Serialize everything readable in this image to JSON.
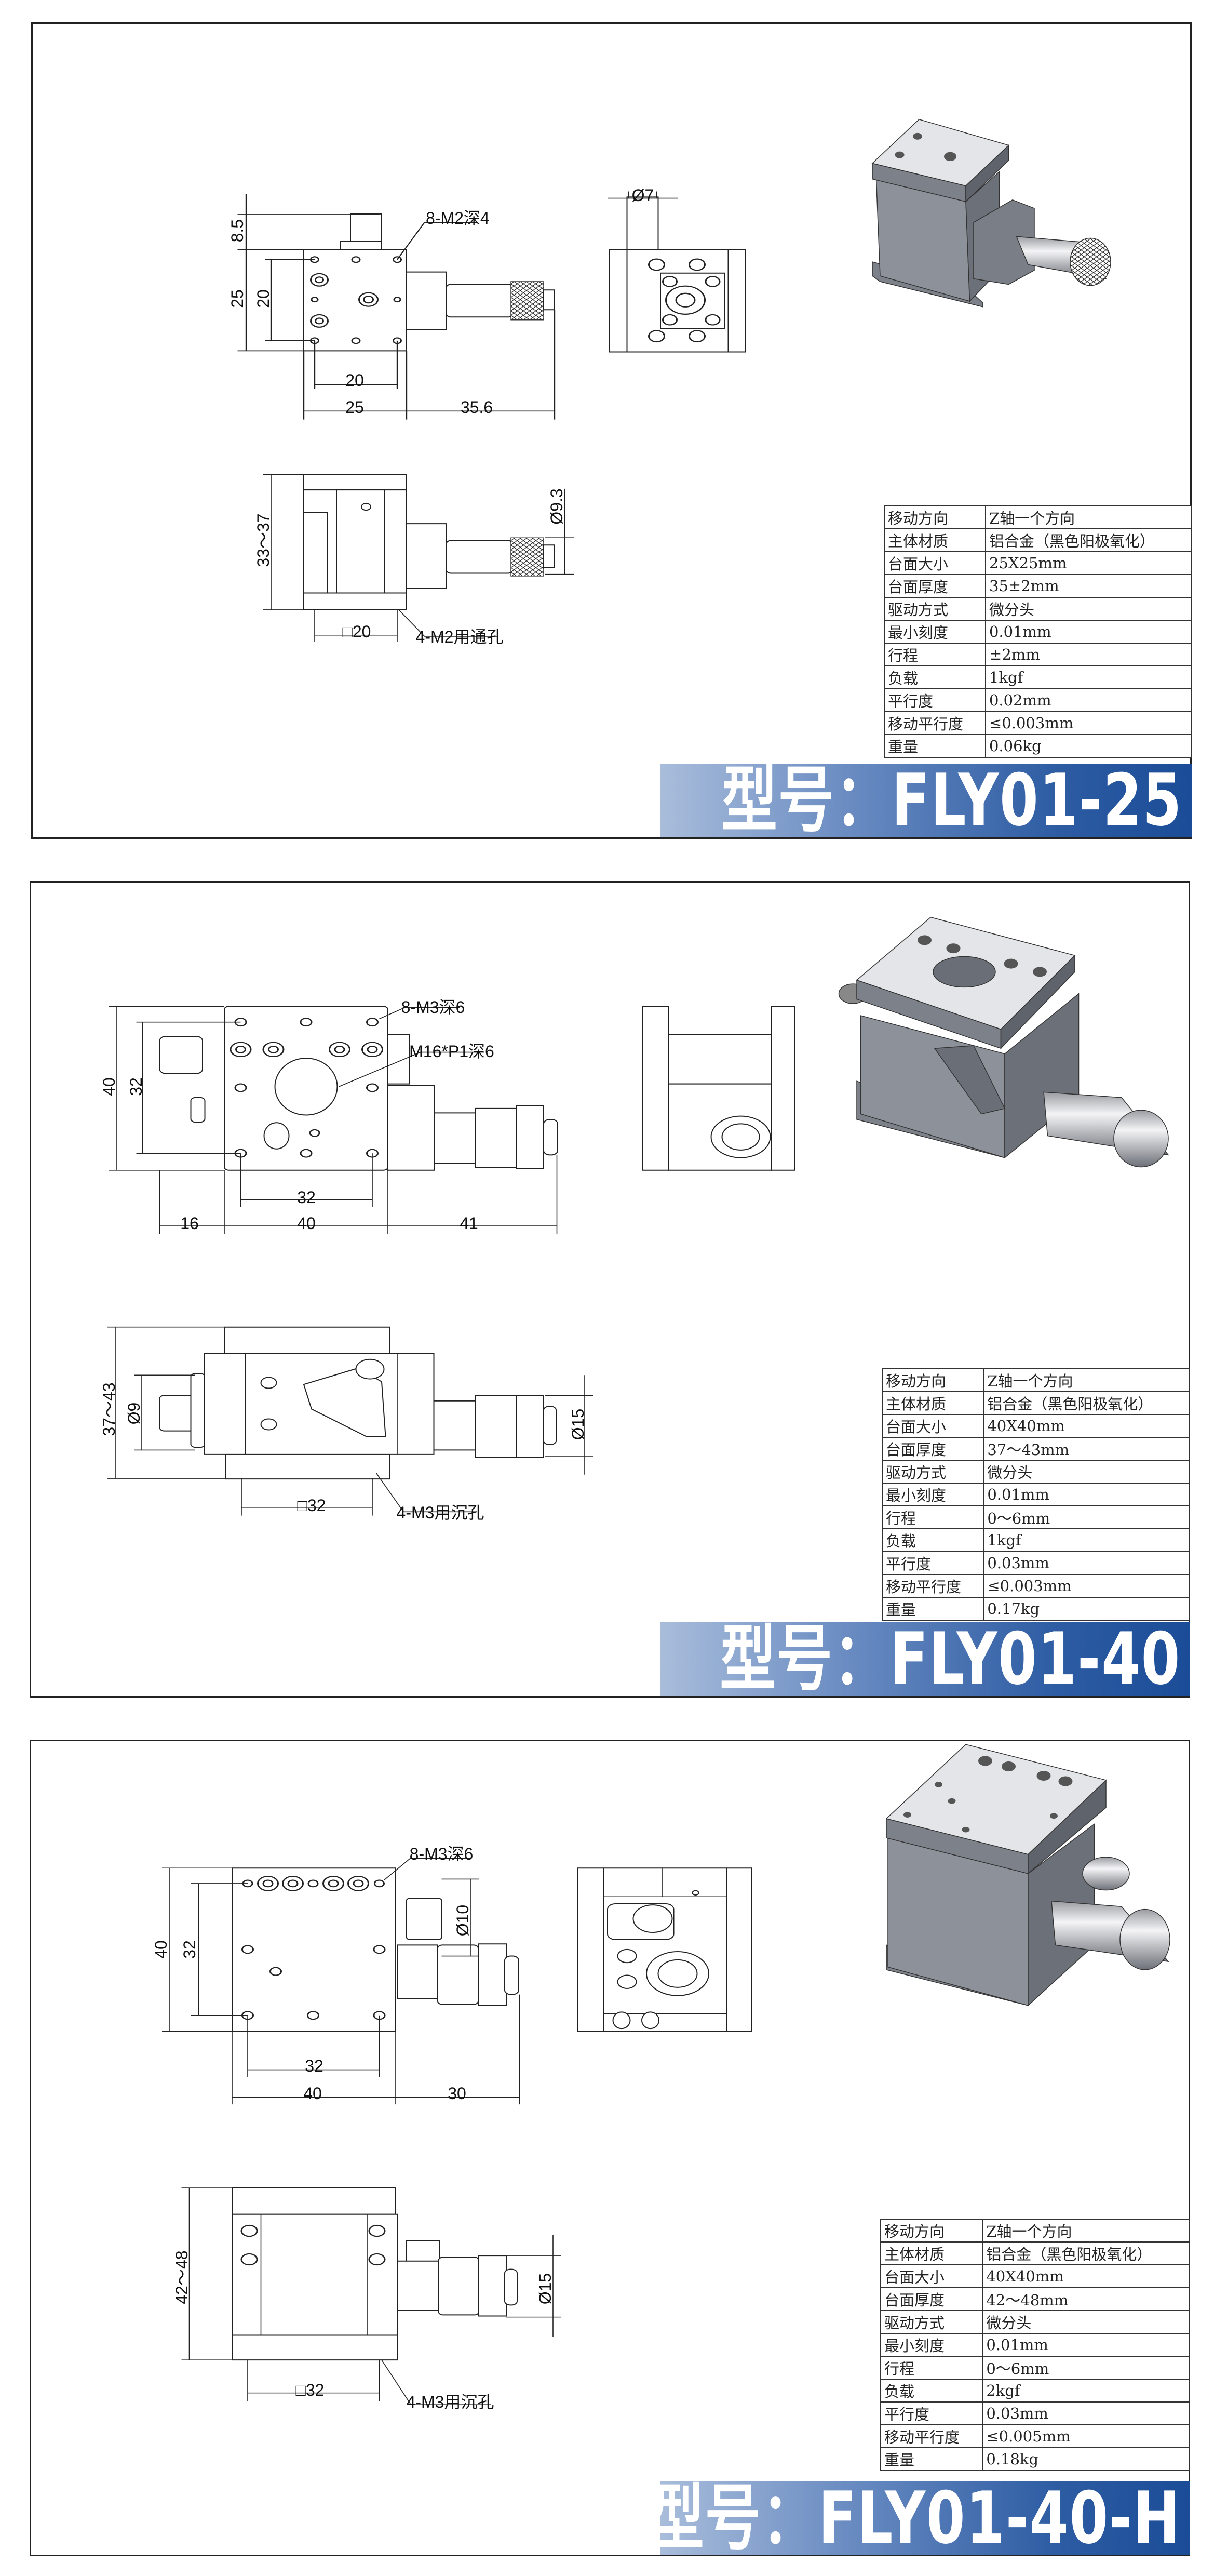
{
  "panels": [
    {
      "banner_prefix": "型号：",
      "model": "FLY01-25",
      "dims": [
        "8-M2深4",
        "8.5",
        "25",
        "20",
        "20",
        "25",
        "35.6",
        "Ø7",
        "33～37",
        "Ø9.3",
        "□20",
        "4-M2用通孔"
      ],
      "specs": [
        {
          "label": "移动方向",
          "value": "Z轴一个方向"
        },
        {
          "label": "主体材质",
          "value": "铝合金（黑色阳极氧化）"
        },
        {
          "label": "台面大小",
          "value": "25X25mm"
        },
        {
          "label": "台面厚度",
          "value": "35±2mm"
        },
        {
          "label": "驱动方式",
          "value": "微分头"
        },
        {
          "label": "最小刻度",
          "value": "0.01mm"
        },
        {
          "label": "行程",
          "value": "±2mm"
        },
        {
          "label": "负载",
          "value": "1kgf"
        },
        {
          "label": "平行度",
          "value": "0.02mm"
        },
        {
          "label": "移动平行度",
          "value": "≤0.003mm"
        },
        {
          "label": "重量",
          "value": "0.06kg"
        }
      ]
    },
    {
      "banner_prefix": "型号：",
      "model": "FLY01-40",
      "dims": [
        "8-M3深6",
        "M16*P1深6",
        "40",
        "32",
        "32",
        "16",
        "40",
        "41",
        "37～43",
        "Ø9",
        "Ø15",
        "□32",
        "4-M3用沉孔"
      ],
      "specs": [
        {
          "label": "移动方向",
          "value": "Z轴一个方向"
        },
        {
          "label": "主体材质",
          "value": "铝合金（黑色阳极氧化）"
        },
        {
          "label": "台面大小",
          "value": "40X40mm"
        },
        {
          "label": "台面厚度",
          "value": "37～43mm"
        },
        {
          "label": "驱动方式",
          "value": "微分头"
        },
        {
          "label": "最小刻度",
          "value": "0.01mm"
        },
        {
          "label": "行程",
          "value": "0～6mm"
        },
        {
          "label": "负载",
          "value": "1kgf"
        },
        {
          "label": "平行度",
          "value": "0.03mm"
        },
        {
          "label": "移动平行度",
          "value": "≤0.003mm"
        },
        {
          "label": "重量",
          "value": "0.17kg"
        }
      ]
    },
    {
      "banner_prefix": "型号：",
      "model": "FLY01-40-H",
      "dims": [
        "8-M3深6",
        "Ø10",
        "40",
        "32",
        "32",
        "40",
        "30",
        "42～48",
        "Ø15",
        "□32",
        "4-M3用沉孔"
      ],
      "specs": [
        {
          "label": "移动方向",
          "value": "Z轴一个方向"
        },
        {
          "label": "主体材质",
          "value": "铝合金（黑色阳极氧化）"
        },
        {
          "label": "台面大小",
          "value": "40X40mm"
        },
        {
          "label": "台面厚度",
          "value": "42～48mm"
        },
        {
          "label": "驱动方式",
          "value": "微分头"
        },
        {
          "label": "最小刻度",
          "value": "0.01mm"
        },
        {
          "label": "行程",
          "value": "0～6mm"
        },
        {
          "label": "负载",
          "value": "2kgf"
        },
        {
          "label": "平行度",
          "value": "0.03mm"
        },
        {
          "label": "移动平行度",
          "value": "≤0.005mm"
        },
        {
          "label": "重量",
          "value": "0.18kg"
        }
      ]
    }
  ],
  "colors": {
    "banner_start": "#a9bddb",
    "banner_end": "#1b4c97",
    "line": "#222222",
    "metal": "#8d919a"
  }
}
